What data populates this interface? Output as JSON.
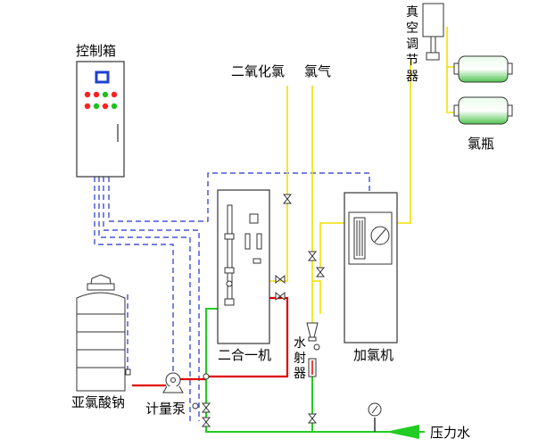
{
  "labels": {
    "control_box": "控制箱",
    "chlorine_dioxide": "二氧化氯",
    "chlorine_gas": "氯气",
    "vacuum_regulator": [
      "真",
      "空",
      "调",
      "节",
      "器"
    ],
    "chlorine_cylinder": "氯瓶",
    "two_in_one": "二合一机",
    "chlorinator": "加氯机",
    "ejector": [
      "水",
      "射",
      "器"
    ],
    "sodium_chlorite": "亚氯酸钠",
    "metering_pump": "计量泵",
    "pressure_water": "压力水"
  },
  "colors": {
    "red_line": "#e00000",
    "green_line": "#22cc22",
    "yellow_line": "#f0e000",
    "blue_dash": "#2233cc",
    "equipment_stroke": "#333333",
    "control_panel_screen": "#1f3fd0",
    "indicator_red": "#ff2020",
    "indicator_green": "#20c020",
    "cylinder_green": "#5ad45a"
  },
  "icons": [
    "valve-icon",
    "gauge-icon",
    "pump-icon",
    "flowmeter-icon",
    "tank-icon",
    "cylinder-icon",
    "arrow-left-icon"
  ]
}
